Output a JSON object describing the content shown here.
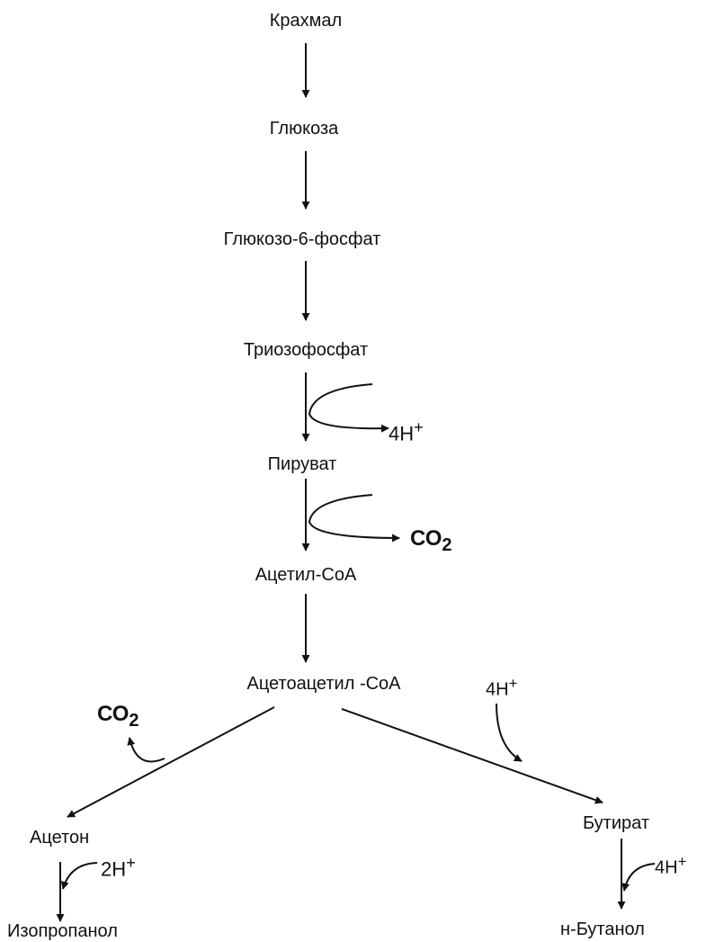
{
  "nodes": {
    "starch": "Крахмал",
    "glucose": "Глюкоза",
    "g6p": "Глюкозо-6-фосфат",
    "triose": "Триозофосфат",
    "pyruvate": "Пируват",
    "acetyl_coa": "Ацетил-СоА",
    "acetoacetyl_coa": "Ацетоацетил -СоА",
    "acetone": "Ацетон",
    "isopropanol": "Изопропанол",
    "butyrate": "Бутират",
    "butanol": "н-Бутанол"
  },
  "side": {
    "h4_triose": "4Н",
    "co2_pyruvate": "СО",
    "co2_acetoacetyl": "СО",
    "h4_butyrate_in": "4Н",
    "h2_acetone": "2Н",
    "h4_butanol": "4Н"
  },
  "marks": {
    "plus": "+",
    "sub2": "2"
  }
}
